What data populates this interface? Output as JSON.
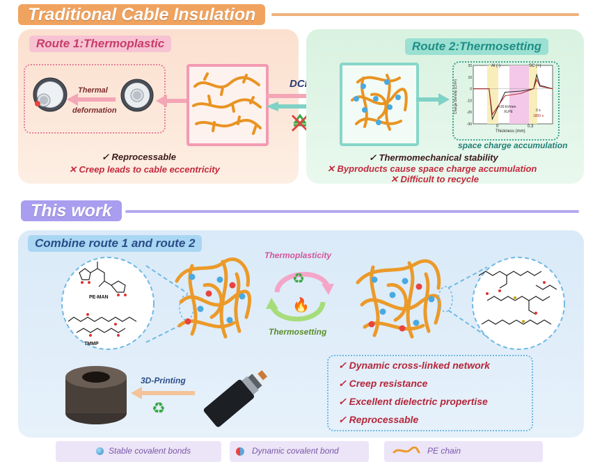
{
  "header": {
    "title": "Traditional Cable Insulation",
    "this_work": "This work"
  },
  "route1": {
    "title": "Route 1:Thermoplastic",
    "thermal_line1": "Thermal",
    "thermal_line2": "deformation",
    "pro": "Reprocessable",
    "con": "Creep leads to cable eccentricity"
  },
  "route2": {
    "title": "Route 2:Thermosetting",
    "pro": "Thermomechanical stability",
    "con1": "Byproducts cause space charge accumulation",
    "con2": "Difficult to recycle",
    "inset_caption": "space charge accumulation"
  },
  "dcp_label": "DCP",
  "chart": {
    "ylabel": "Charge Density (C/m³)",
    "xlabel": "Thickness (mm)",
    "yticks": [
      "20",
      "10",
      "0",
      "-10",
      "-20",
      "-30"
    ],
    "xticks": [
      "0",
      "0.3"
    ],
    "al_label": "Al (-)",
    "sc_label": "SC (+)",
    "annotation_line1": "+30 kV/mm",
    "annotation_line2": "XLPE",
    "legend": [
      "0 s",
      "1800 s"
    ]
  },
  "chart_data": {
    "type": "line",
    "xlabel": "Thickness (mm)",
    "ylabel": "Charge Density (C/m³)",
    "ylim": [
      -30,
      20
    ],
    "series": [
      {
        "name": "0 s",
        "x": [
          -0.1,
          0,
          0.02,
          0.1,
          0.2,
          0.28,
          0.3,
          0.32,
          0.4
        ],
        "y": [
          0,
          0,
          -26,
          -3,
          -2,
          0,
          12,
          3,
          0
        ]
      },
      {
        "name": "1800 s",
        "x": [
          -0.1,
          0,
          0.02,
          0.1,
          0.2,
          0.28,
          0.3,
          0.32,
          0.4
        ],
        "y": [
          0,
          0,
          -22,
          -6,
          -4,
          0,
          8,
          2,
          0
        ]
      }
    ]
  },
  "combine": {
    "title": "Combine route 1 and route 2",
    "pe_man": "PE-MAN",
    "tmmp": "TMMP",
    "thermoplasticity": "Thermoplasticity",
    "thermosetting": "Thermosetting",
    "printing": "3D-Printing"
  },
  "benefits": [
    "Dynamic cross-linked network",
    "Creep resistance",
    "Excellent dielectric propertise",
    "Reprocessable"
  ],
  "legend": {
    "stable": "Stable covalent bonds",
    "dynamic": "Dynamic covalent bond",
    "chain": "PE chain"
  },
  "colors": {
    "orange_header": "#f0a35f",
    "purple_header": "#a99df0",
    "route1_tag": "#c83c6b",
    "route2_tag": "#1f8f86",
    "check_red": "#c3283a"
  }
}
